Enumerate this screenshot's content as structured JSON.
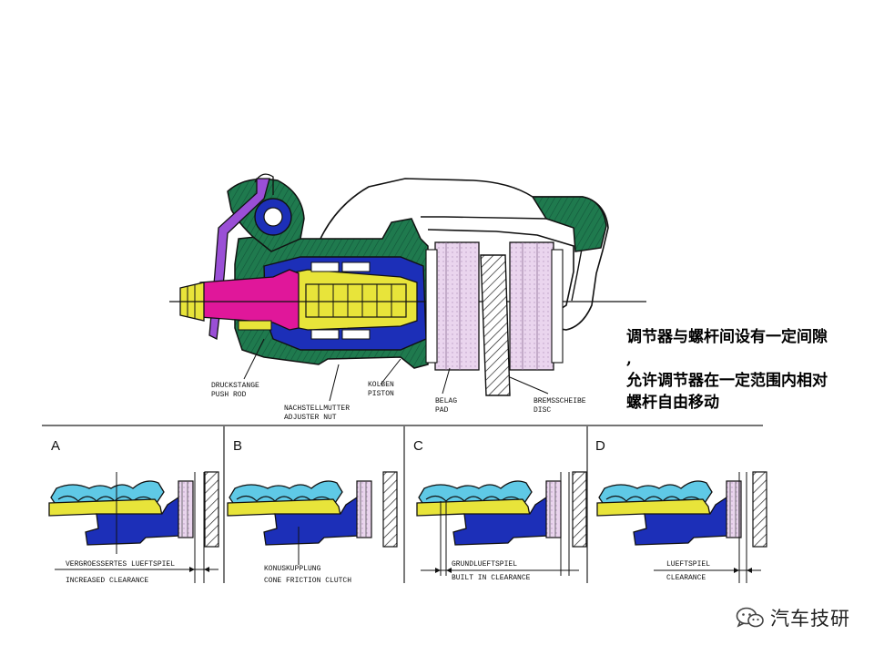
{
  "main_diagram": {
    "labels": {
      "push_rod_de": "DRUCKSTANGE",
      "push_rod_en": "PUSH ROD",
      "adjuster_de": "NACHSTELLMUTTER",
      "adjuster_en": "ADJUSTER NUT",
      "piston_de": "KOLBEN",
      "piston_en": "PISTON",
      "pad_de": "BELAG",
      "pad_en": "PAD",
      "disc_de": "BREMSSCHEIBE",
      "disc_en": "DISC"
    }
  },
  "callout": {
    "lines": [
      "调节器与螺杆间设有一定间隙",
      ",",
      "允许调节器在一定范围内相对",
      "螺杆自由移动"
    ]
  },
  "panels": [
    {
      "letter": "A",
      "caption_de": "VERGROESSERTES LUEFTSPIEL",
      "caption_en": "INCREASED CLEARANCE"
    },
    {
      "letter": "B",
      "caption_de": "KONUSKUPPLUNG",
      "caption_en": "CONE FRICTION CLUTCH"
    },
    {
      "letter": "C",
      "caption_de": "GRUNDLUEFTSPIEL",
      "caption_en": "BUILT IN CLEARANCE"
    },
    {
      "letter": "D",
      "caption_de": "LUEFTSPIEL",
      "caption_en": "CLEARANCE"
    }
  ],
  "watermark": {
    "text": "汽车技研",
    "icon": "wechat-icon"
  },
  "colors": {
    "housing_green": "#1f7a4e",
    "mechanism_blue": "#1c2fb8",
    "adjuster_yellow": "#e8e43a",
    "push_rod_magenta": "#e0179a",
    "cable_purple": "#9a4fd6",
    "thread_cyan": "#5fc9e6",
    "pad_pink": "#ead5ee"
  }
}
